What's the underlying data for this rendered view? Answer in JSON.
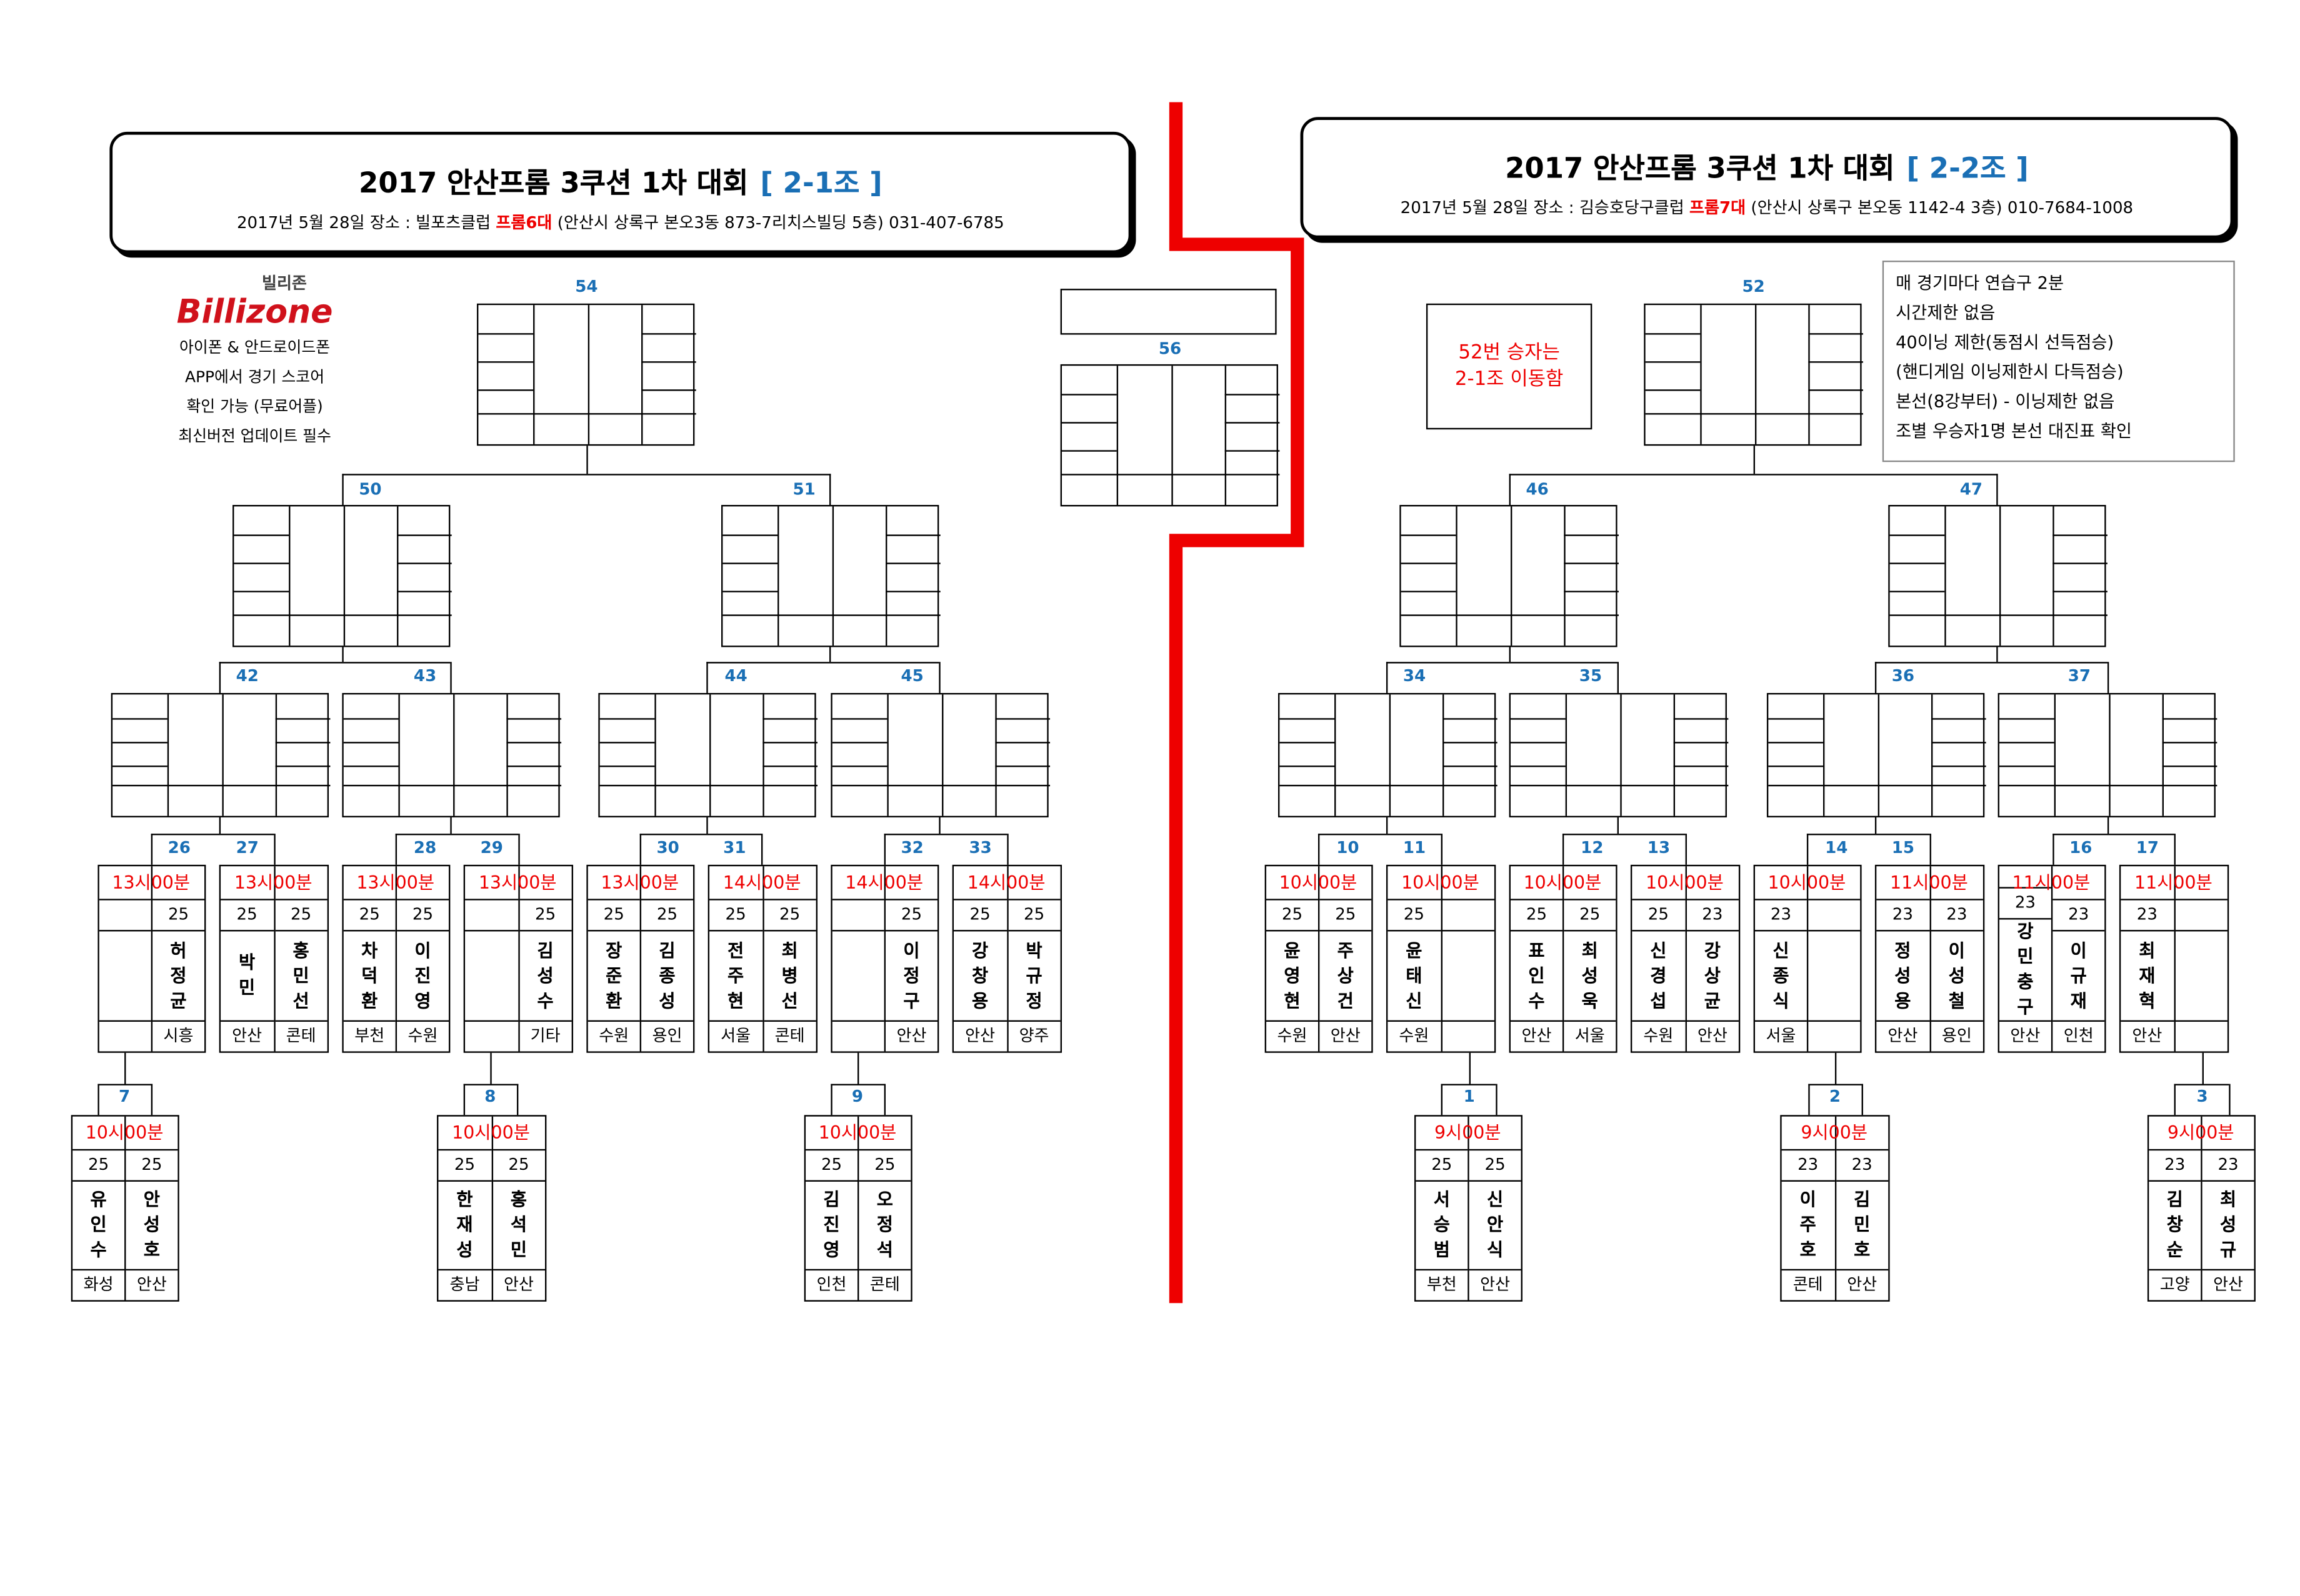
{
  "left": {
    "title": "2017 안산프롬 3쿠션 1차 대회",
    "group": "[ 2-1조 ]",
    "info_pre": "2017년 5월 28일  장소 : 빌포츠클럽 ",
    "info_red": "프롬6대",
    "info_post": " (안산시 상록구 본오3동 873-7리치스빌딩 5층) 031-407-6785"
  },
  "right": {
    "title": "2017 안산프롬 3쿠션 1차 대회",
    "group": "[ 2-2조 ]",
    "info_pre": "2017년 5월 28일  장소 : 김승호당구클럽 ",
    "info_red": "프롬7대",
    "info_post": " (안산시 상록구 본오동 1142-4 3층) 010-7684-1008"
  },
  "logo": {
    "kr": "빌리존",
    "brand": "Billizone",
    "lines": [
      "아이폰 & 안드로이드폰",
      "APP에서 경기 스코어",
      "확인 가능 (무료어플)",
      "최신버전 업데이트 필수"
    ]
  },
  "notes": [
    "매 경기마다 연습구 2분",
    "시간제한 없음",
    " 40이닝 제한(동점시 선득점승)",
    "(핸디게임 이닝제한시 다득점승)",
    "본선(8강부터) - 이닝제한 없음",
    "조별  우승자1명 본선 대진표 확인"
  ],
  "move_note": [
    "52번 승자는",
    "2-1조 이동함"
  ],
  "labels": {
    "m54": "54",
    "m56": "56",
    "m52": "52",
    "m50": "50",
    "m51": "51",
    "m46": "46",
    "m47": "47",
    "m42": "42",
    "m43": "43",
    "m44": "44",
    "m45": "45",
    "m34": "34",
    "m35": "35",
    "m36": "36",
    "m37": "37",
    "m26": "26",
    "m27": "27",
    "m28": "28",
    "m29": "29",
    "m30": "30",
    "m31": "31",
    "m32": "32",
    "m33": "33",
    "m10": "10",
    "m11": "11",
    "m12": "12",
    "m13": "13",
    "m14": "14",
    "m15": "15",
    "m16": "16",
    "m17": "17",
    "m7": "7",
    "m8": "8",
    "m9": "9",
    "m1": "1",
    "m2": "2",
    "m3": "3"
  },
  "matches": {
    "lA": {
      "time": "13시00분",
      "p": [
        {
          "s": "",
          "n": "",
          "c": ""
        },
        {
          "s": "25",
          "n": "허정균",
          "c": "시흥"
        }
      ]
    },
    "lB": {
      "time": "13시00분",
      "p": [
        {
          "s": "25",
          "n": "박민",
          "c": "안산"
        },
        {
          "s": "25",
          "n": "홍민선",
          "c": "콘테"
        }
      ]
    },
    "lC": {
      "time": "13시00분",
      "p": [
        {
          "s": "25",
          "n": "차덕환",
          "c": "부천"
        },
        {
          "s": "25",
          "n": "이진영",
          "c": "수원"
        }
      ]
    },
    "lD": {
      "time": "13시00분",
      "p": [
        {
          "s": "",
          "n": "",
          "c": ""
        },
        {
          "s": "25",
          "n": "김성수",
          "c": "기타"
        }
      ]
    },
    "lE": {
      "time": "13시00분",
      "p": [
        {
          "s": "25",
          "n": "장준환",
          "c": "수원"
        },
        {
          "s": "25",
          "n": "김종성",
          "c": "용인"
        }
      ]
    },
    "lF": {
      "time": "14시00분",
      "p": [
        {
          "s": "25",
          "n": "전주현",
          "c": "서울"
        },
        {
          "s": "25",
          "n": "최병선",
          "c": "콘테"
        }
      ]
    },
    "lG": {
      "time": "14시00분",
      "p": [
        {
          "s": "",
          "n": "",
          "c": ""
        },
        {
          "s": "25",
          "n": "이정구",
          "c": "안산"
        }
      ]
    },
    "lH": {
      "time": "14시00분",
      "p": [
        {
          "s": "25",
          "n": "강창용",
          "c": "안산"
        },
        {
          "s": "25",
          "n": "박규정",
          "c": "양주"
        }
      ]
    },
    "rA": {
      "time": "10시00분",
      "p": [
        {
          "s": "25",
          "n": "윤영현",
          "c": "수원"
        },
        {
          "s": "25",
          "n": "주상건",
          "c": "안산"
        }
      ]
    },
    "rB": {
      "time": "10시00분",
      "p": [
        {
          "s": "25",
          "n": "윤태신",
          "c": "수원"
        },
        {
          "s": "",
          "n": "",
          "c": ""
        }
      ]
    },
    "rC": {
      "time": "10시00분",
      "p": [
        {
          "s": "25",
          "n": "표인수",
          "c": "안산"
        },
        {
          "s": "25",
          "n": "최성욱",
          "c": "서울"
        }
      ]
    },
    "rD": {
      "time": "10시00분",
      "p": [
        {
          "s": "25",
          "n": "신경섭",
          "c": "수원"
        },
        {
          "s": "23",
          "n": "강상균",
          "c": "안산"
        }
      ]
    },
    "rE": {
      "time": "10시00분",
      "p": [
        {
          "s": "23",
          "n": "신종식",
          "c": "서울"
        },
        {
          "s": "",
          "n": "",
          "c": ""
        }
      ]
    },
    "rF": {
      "time": "11시00분",
      "p": [
        {
          "s": "23",
          "n": "정성용",
          "c": "안산"
        },
        {
          "s": "23",
          "n": "이성철",
          "c": "용인"
        }
      ]
    },
    "rG": {
      "time": "11시00분",
      "p": [
        {
          "s": "23",
          "n": "강민충구",
          "c": "안산"
        },
        {
          "s": "23",
          "n": "이규재",
          "c": "인천"
        }
      ]
    },
    "rH": {
      "time": "11시00분",
      "p": [
        {
          "s": "23",
          "n": "최재혁",
          "c": "안산"
        },
        {
          "s": "",
          "n": "",
          "c": ""
        }
      ]
    },
    "l7": {
      "time": "10시00분",
      "p": [
        {
          "s": "25",
          "n": "유인수",
          "c": "화성"
        },
        {
          "s": "25",
          "n": "안성호",
          "c": "안산"
        }
      ]
    },
    "l8": {
      "time": "10시00분",
      "p": [
        {
          "s": "25",
          "n": "한재성",
          "c": "충남"
        },
        {
          "s": "25",
          "n": "홍석민",
          "c": "안산"
        }
      ]
    },
    "l9": {
      "time": "10시00분",
      "p": [
        {
          "s": "25",
          "n": "김진영",
          "c": "인천"
        },
        {
          "s": "25",
          "n": "오정석",
          "c": "콘테"
        }
      ]
    },
    "r1": {
      "time": "9시00분",
      "p": [
        {
          "s": "25",
          "n": "서승범",
          "c": "부천"
        },
        {
          "s": "25",
          "n": "신안식",
          "c": "안산"
        }
      ]
    },
    "r2": {
      "time": "9시00분",
      "p": [
        {
          "s": "23",
          "n": "이주호",
          "c": "콘테"
        },
        {
          "s": "23",
          "n": "김민호",
          "c": "안산"
        }
      ]
    },
    "r3": {
      "time": "9시00분",
      "p": [
        {
          "s": "23",
          "n": "김창순",
          "c": "고양"
        },
        {
          "s": "23",
          "n": "최성규",
          "c": "안산"
        }
      ]
    }
  }
}
